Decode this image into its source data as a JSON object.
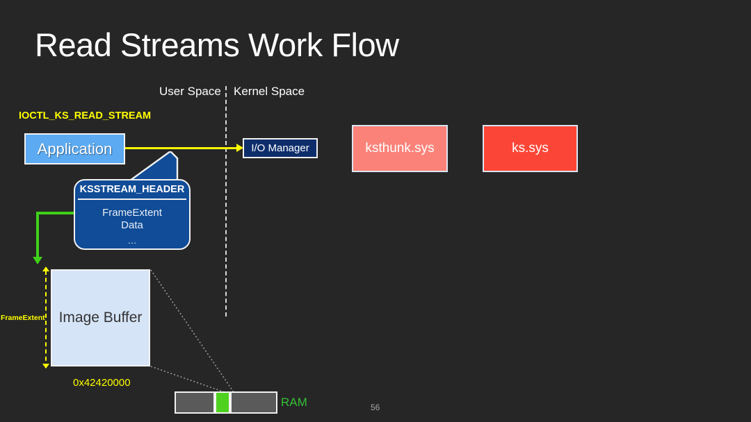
{
  "slide": {
    "title": "Read Streams Work Flow",
    "number": "56",
    "background_color": "#262626"
  },
  "regions": {
    "user_space_label": "User Space",
    "kernel_space_label": "Kernel Space"
  },
  "annotations": {
    "ioctl_label": "IOCTL_KS_READ_STREAM",
    "ioctl_color": "#ffff00",
    "frame_extent_label": "FrameExtent",
    "buffer_address": "0x42420000",
    "ram_label": "RAM",
    "ram_label_color": "#35C135"
  },
  "boxes": {
    "application": {
      "label": "Application",
      "fill": "#5BAAF2",
      "text": "#ffffff"
    },
    "io_manager": {
      "label": "I/O Manager",
      "fill": "#0E2E6B",
      "text": "#ffffff"
    },
    "ksthunk": {
      "label": "ksthunk.sys",
      "fill": "#FA8279",
      "text": "#ffffff"
    },
    "ks": {
      "label": "ks.sys",
      "fill": "#FB4637",
      "text": "#ffffff"
    },
    "image_buffer": {
      "label": "Image Buffer",
      "fill": "#D5E4F7",
      "text": "#333333"
    }
  },
  "callout": {
    "title": "KSSTREAM_HEADER",
    "fields": [
      "FrameExtent",
      "Data"
    ],
    "ellipsis": "…",
    "fill": "#104C97"
  },
  "ram": {
    "segments": [
      {
        "name": "ram-segment-left",
        "fill": "#5A5A5A"
      },
      {
        "name": "ram-segment-allocated",
        "fill": "#4FD11F"
      },
      {
        "name": "ram-segment-right",
        "fill": "#5A5A5A"
      }
    ]
  }
}
